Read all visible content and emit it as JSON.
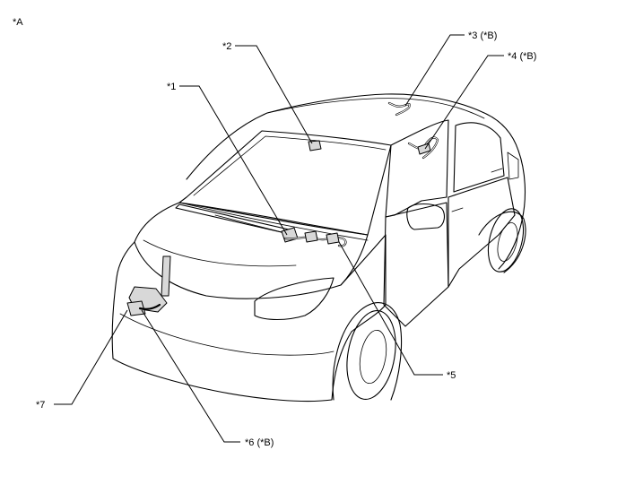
{
  "view_label": "*A",
  "callouts": [
    {
      "id": "1",
      "text": "*1"
    },
    {
      "id": "2",
      "text": "*2"
    },
    {
      "id": "3",
      "text": "*3 (*B)"
    },
    {
      "id": "4",
      "text": "*4 (*B)"
    },
    {
      "id": "5",
      "text": "*5"
    },
    {
      "id": "6",
      "text": "*6 (*B)"
    },
    {
      "id": "7",
      "text": "*7"
    }
  ]
}
